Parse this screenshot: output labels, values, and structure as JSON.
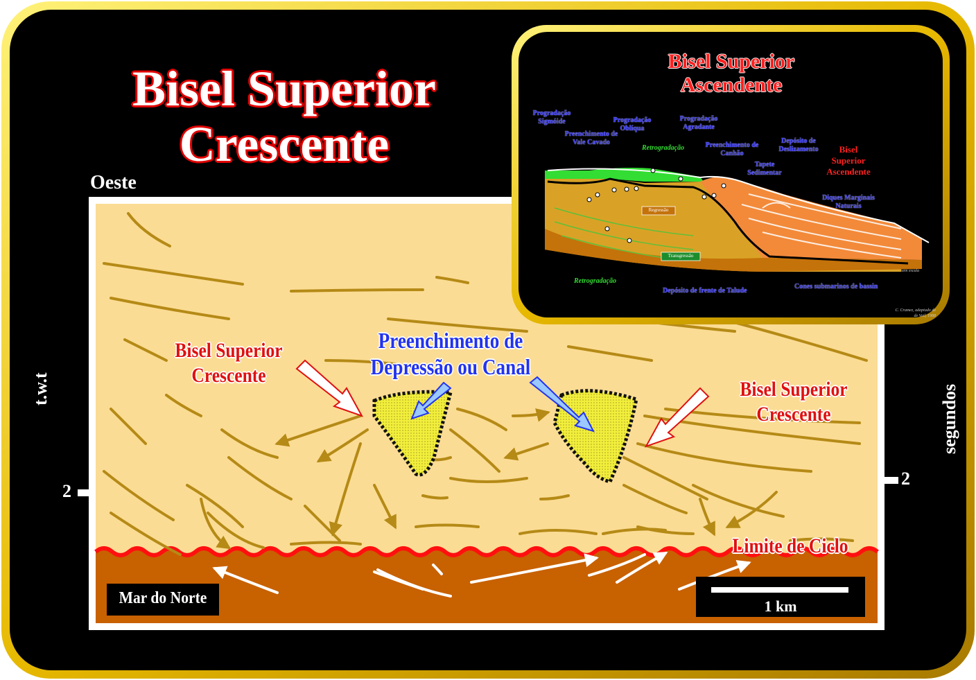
{
  "title": {
    "line1": "Bisel Superior",
    "line2": "Crescente"
  },
  "labels": {
    "oeste": "Oeste",
    "twt": "t.w.t",
    "segundos": "segundos",
    "tick_left": "2",
    "tick_right": "2",
    "mar_do_norte": "Mar do Norte",
    "scale": "1 km",
    "limite_de_ciclo": "Limite de Ciclo"
  },
  "callouts": {
    "bisel_left": {
      "line1": "Bisel Superior",
      "line2": "Crescente"
    },
    "bisel_right": {
      "line1": "Bisel Superior",
      "line2": "Crescente"
    },
    "preenchimento": {
      "line1": "Preenchimento de",
      "line2": "Depressão ou Canal"
    }
  },
  "inset": {
    "title_line1": "Bisel Superior",
    "title_line2": "Ascendente",
    "labels": {
      "progradacao_sigmoide": "Progradação Sigmóide",
      "preenchimento_vale": "Preenchimento de Vale Cavado",
      "progradacao_obliqua": "Progradação Oblíqua",
      "retrogradacao_top": "Retrogradação",
      "progradacao_agradante": "Progradação Agradante",
      "preenchimento_canhao": "Preenchimento de Canhão",
      "deposito_deslizamento": "Depósito de Deslizamento",
      "tapete_sedimentar": "Tapete Sedimentar",
      "bisel_ascendente_line1": "Bisel",
      "bisel_ascendente_line2": "Superior",
      "bisel_ascendente_line3": "Ascendente",
      "diques_marginais": "Diques Marginais Naturais",
      "regressao": "Regressão",
      "transgressao": "Transgressão",
      "retrogradacao_bottom": "Retrogradação",
      "deposito_frente_talude": "Depósito de frente de Talude",
      "cones_submarinos": "Cones submarinos de bassin",
      "sem_escala": "sem escala",
      "credit_line1": "C. Cramez, adaptado de",
      "credit_line2": "de Vail, 1988"
    }
  },
  "colors": {
    "background": "#000000",
    "frame_gold": "#f5c400",
    "section_fill": "#fbdc94",
    "reflector": "#b58a16",
    "basement": "#c86100",
    "unconformity": "#ff1010",
    "fill_yellow": "#f2ef3c",
    "callout_red": "#e01010",
    "callout_blue": "#2233ee"
  }
}
